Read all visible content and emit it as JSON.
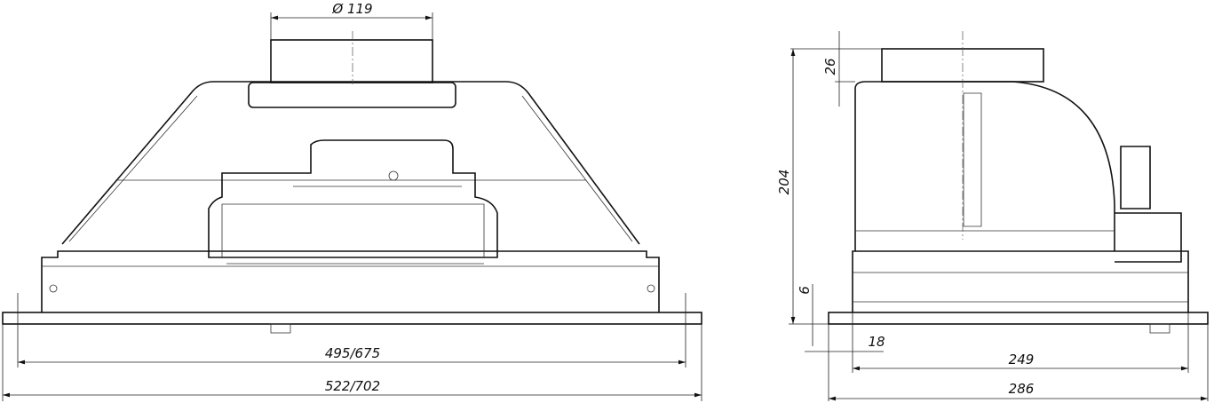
{
  "front_view": {
    "duct_diameter": "Ø 119",
    "inner_width": "495/675",
    "outer_width": "522/702"
  },
  "side_view": {
    "duct_height": "26",
    "total_height": "204",
    "plate_thickness": "6",
    "offset": "18",
    "body_depth": "249",
    "plate_depth": "286"
  }
}
